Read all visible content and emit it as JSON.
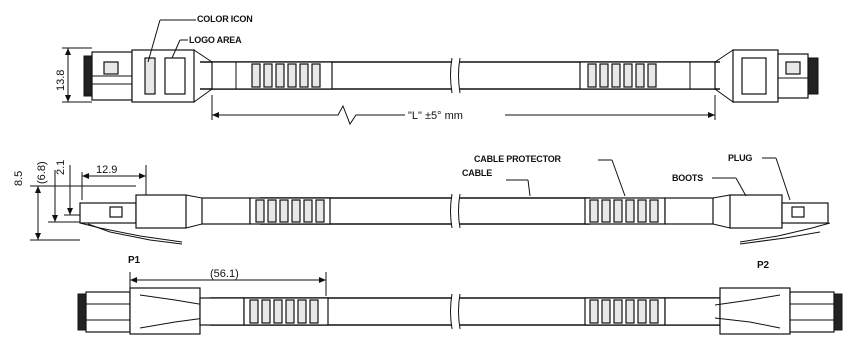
{
  "labels": {
    "color_icon": "COLOR ICON",
    "logo_area": "LOGO AREA",
    "cable_protector": "CABLE PROTECTOR",
    "cable": "CABLE",
    "boots": "BOOTS",
    "plug": "PLUG",
    "p1": "P1",
    "p2": "P2"
  },
  "dimensions": {
    "height_top": "13.8",
    "length": "\"L\" ±5° mm",
    "d_85": "8.5",
    "d_68": "(6.8)",
    "d_21": "2.1",
    "d_129": "12.9",
    "d_561": "(56.1)"
  }
}
